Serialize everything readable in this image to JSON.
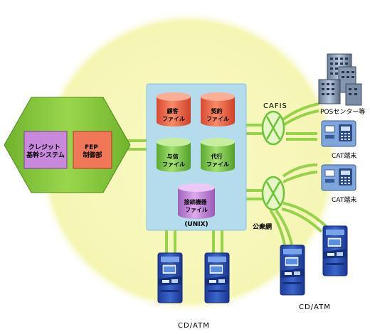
{
  "colors": {
    "background_glow": "#f6f7b8",
    "hexagon": "#8ccc3c",
    "server_panel": "#b4dcec",
    "link_green": "#9ed450",
    "red_db": "#f07050",
    "green_db": "#82c850",
    "purple_db": "#c48ad8",
    "atm_blue": "#2a4fb8",
    "cat_blue": "#7ea6dc"
  },
  "host": {
    "credit_system": [
      "クレジット",
      "基幹システム"
    ],
    "fep": [
      "FEP",
      "制御部"
    ]
  },
  "server": {
    "caption": "(UNIX)",
    "files": [
      {
        "lines": [
          "顧客",
          "ファイル"
        ],
        "color": "red"
      },
      {
        "lines": [
          "契約",
          "ファイル"
        ],
        "color": "red"
      },
      {
        "lines": [
          "与信",
          "ファイル"
        ],
        "color": "green"
      },
      {
        "lines": [
          "代行",
          "ファイル"
        ],
        "color": "green"
      },
      {
        "lines": [
          "接続機器",
          "ファイル"
        ],
        "color": "purple"
      }
    ]
  },
  "networks": {
    "cafis": "CAFIS",
    "public": "公衆網"
  },
  "terminals": {
    "pos": "POSセンター等",
    "cat1": "CAT端末",
    "cat2": "CAT端末",
    "cdatm_right": "CD/ATM",
    "cdatm_bottom": "CD/ATM"
  }
}
